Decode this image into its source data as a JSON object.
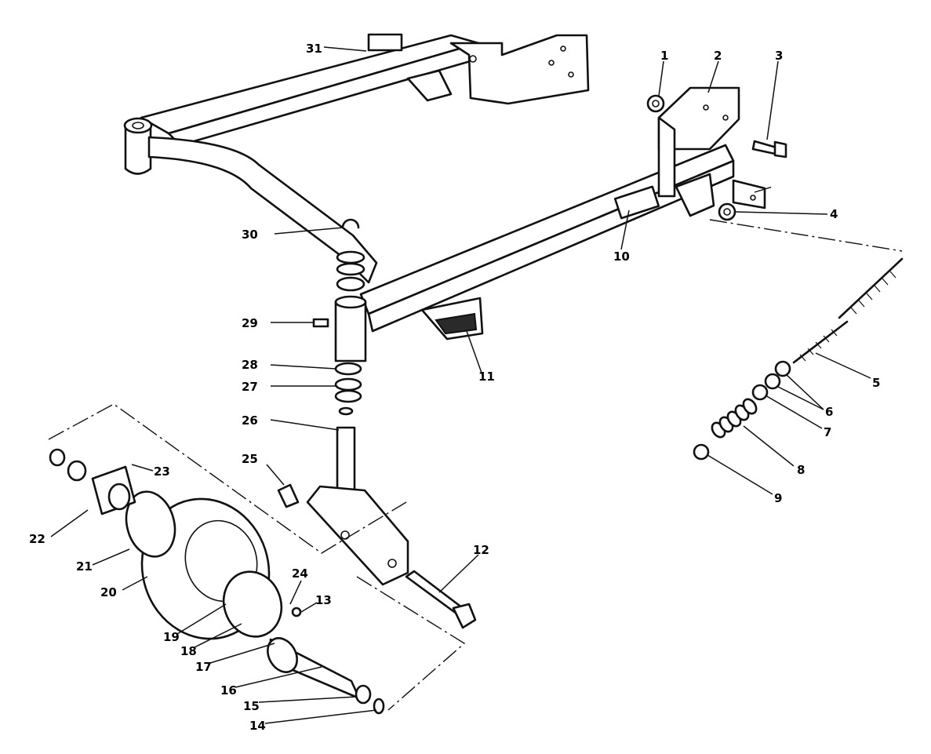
{
  "callouts": [
    {
      "num": "1"
    },
    {
      "num": "2"
    },
    {
      "num": "3"
    },
    {
      "num": "4"
    },
    {
      "num": "5"
    },
    {
      "num": "6"
    },
    {
      "num": "7"
    },
    {
      "num": "8"
    },
    {
      "num": "9"
    },
    {
      "num": "10"
    },
    {
      "num": "11"
    },
    {
      "num": "12"
    },
    {
      "num": "13"
    },
    {
      "num": "14"
    },
    {
      "num": "15"
    },
    {
      "num": "16"
    },
    {
      "num": "17"
    },
    {
      "num": "18"
    },
    {
      "num": "19"
    },
    {
      "num": "20"
    },
    {
      "num": "21"
    },
    {
      "num": "22"
    },
    {
      "num": "23"
    },
    {
      "num": "24"
    },
    {
      "num": "25"
    },
    {
      "num": "26"
    },
    {
      "num": "27"
    },
    {
      "num": "28"
    },
    {
      "num": "29"
    },
    {
      "num": "30"
    },
    {
      "num": "31"
    }
  ],
  "colors": {
    "ink": "#111111",
    "paper": "#ffffff"
  }
}
